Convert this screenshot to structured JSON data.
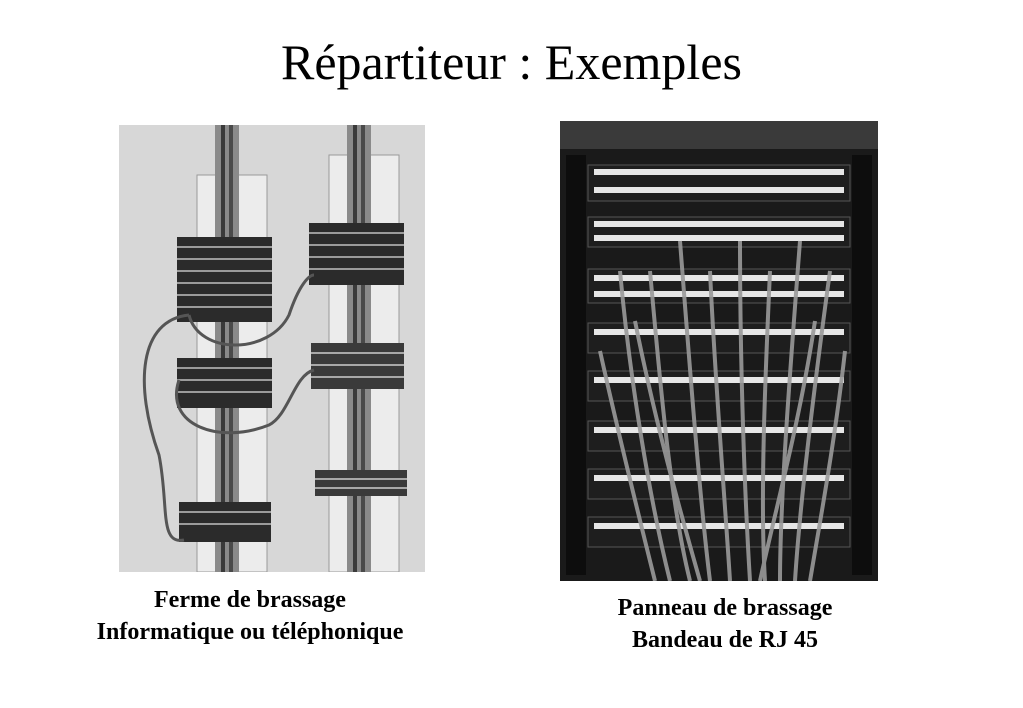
{
  "slide": {
    "title": "Répartiteur : Exemples"
  },
  "left": {
    "caption_line1": "Ferme de brassage",
    "caption_line2": "Informatique ou téléphonique"
  },
  "right": {
    "caption_line1": "Panneau de brassage",
    "caption_line2": "Bandeau de RJ 45"
  },
  "colors": {
    "background": "#ffffff",
    "text": "#000000"
  }
}
